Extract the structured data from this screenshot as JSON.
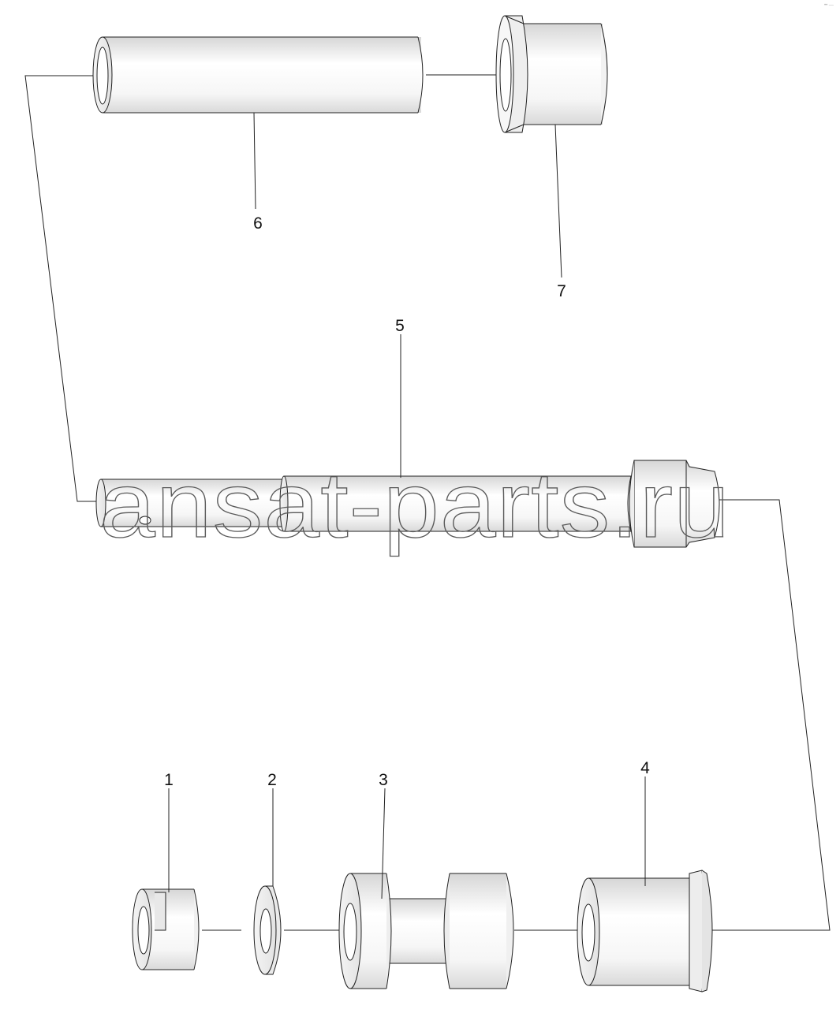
{
  "diagram": {
    "type": "exploded parts diagram",
    "part_numbers": [
      "1",
      "2",
      "3",
      "4",
      "5",
      "6",
      "7"
    ],
    "watermark": "ansat-parts.ru",
    "colors": {
      "line": "#222222",
      "part_fill": "#fafafa",
      "shade_dark": "#d8d8d8",
      "shade_light": "#ffffff",
      "watermark": "#5a5a5a"
    }
  }
}
